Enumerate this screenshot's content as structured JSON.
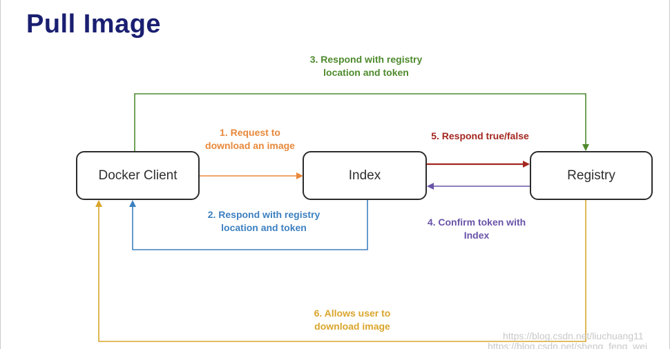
{
  "title": "Pull Image",
  "nodes": {
    "client": "Docker Client",
    "index": "Index",
    "registry": "Registry"
  },
  "steps": {
    "s1": "1. Request to\ndownload an image",
    "s2": "2. Respond with registry\nlocation and token",
    "s3": "3. Respond with registry\nlocation and token",
    "s4": "4. Confirm token with\nIndex",
    "s5": "5. Respond true/false",
    "s6": "6. Allows user to\ndownload image"
  },
  "colors": {
    "title": "#1a1f71",
    "green": "#4e8a2d",
    "orange": "#e8883a",
    "red": "#a3261f",
    "blue": "#3d80c0",
    "purple": "#6953a8",
    "yellow": "#d9a52b"
  },
  "watermark": {
    "line1": "https://blog.csdn.net/liuchuang11",
    "line2": "https://blog.csdn.net/sheng_feng_wei"
  }
}
